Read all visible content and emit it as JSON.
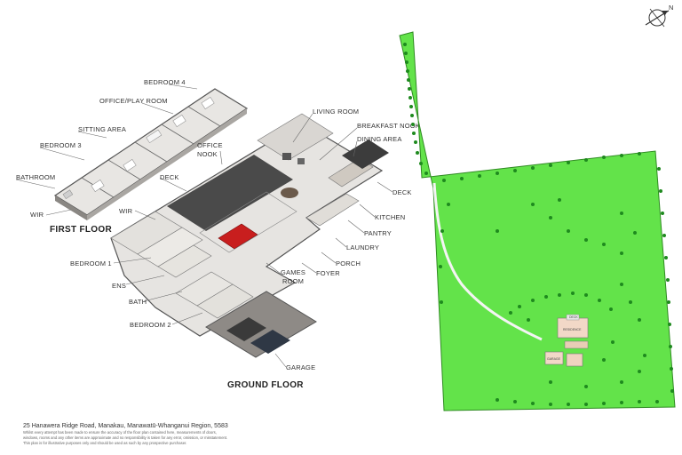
{
  "compass": {
    "letter": "N",
    "icon": "compass-icon"
  },
  "first_floor": {
    "title": "FIRST FLOOR",
    "rooms": [
      "BEDROOM 4",
      "OFFICE/PLAY ROOM",
      "SITTING AREA",
      "BEDROOM 3",
      "BATHROOM",
      "WIR"
    ]
  },
  "ground_floor": {
    "title": "GROUND FLOOR",
    "rooms": [
      "LIVING ROOM",
      "BREAKFAST NOOK",
      "DINING AREA",
      "OFFICE",
      "NOOK",
      "DECK",
      "DECK",
      "KITCHEN",
      "PANTRY",
      "LAUNDRY",
      "PORCH",
      "FOYER",
      "GAMES",
      "ROOM",
      "WIR",
      "BEDROOM 1",
      "ENS",
      "BATH",
      "BEDROOM 2",
      "GARAGE"
    ]
  },
  "site_plan": {
    "residence_label": "RESIDENCE",
    "garage_label": "GARAGE",
    "small_label": "DECK"
  },
  "footer": {
    "address": "25 Hanawera Ridge Road, Manakau, Manawatū-Whanganui Region, 5583",
    "disclaimer_1": "Whilst every attempt has been made to ensure the accuracy of the floor plan contained here, measurements of doors,",
    "disclaimer_2": "windows, rooms and any other items are approximate and no responsibility is taken for any error, omission, or misstatement.",
    "disclaimer_3": "This plan is for illustrative purposes only and should be used as such by any prospective purchaser."
  }
}
